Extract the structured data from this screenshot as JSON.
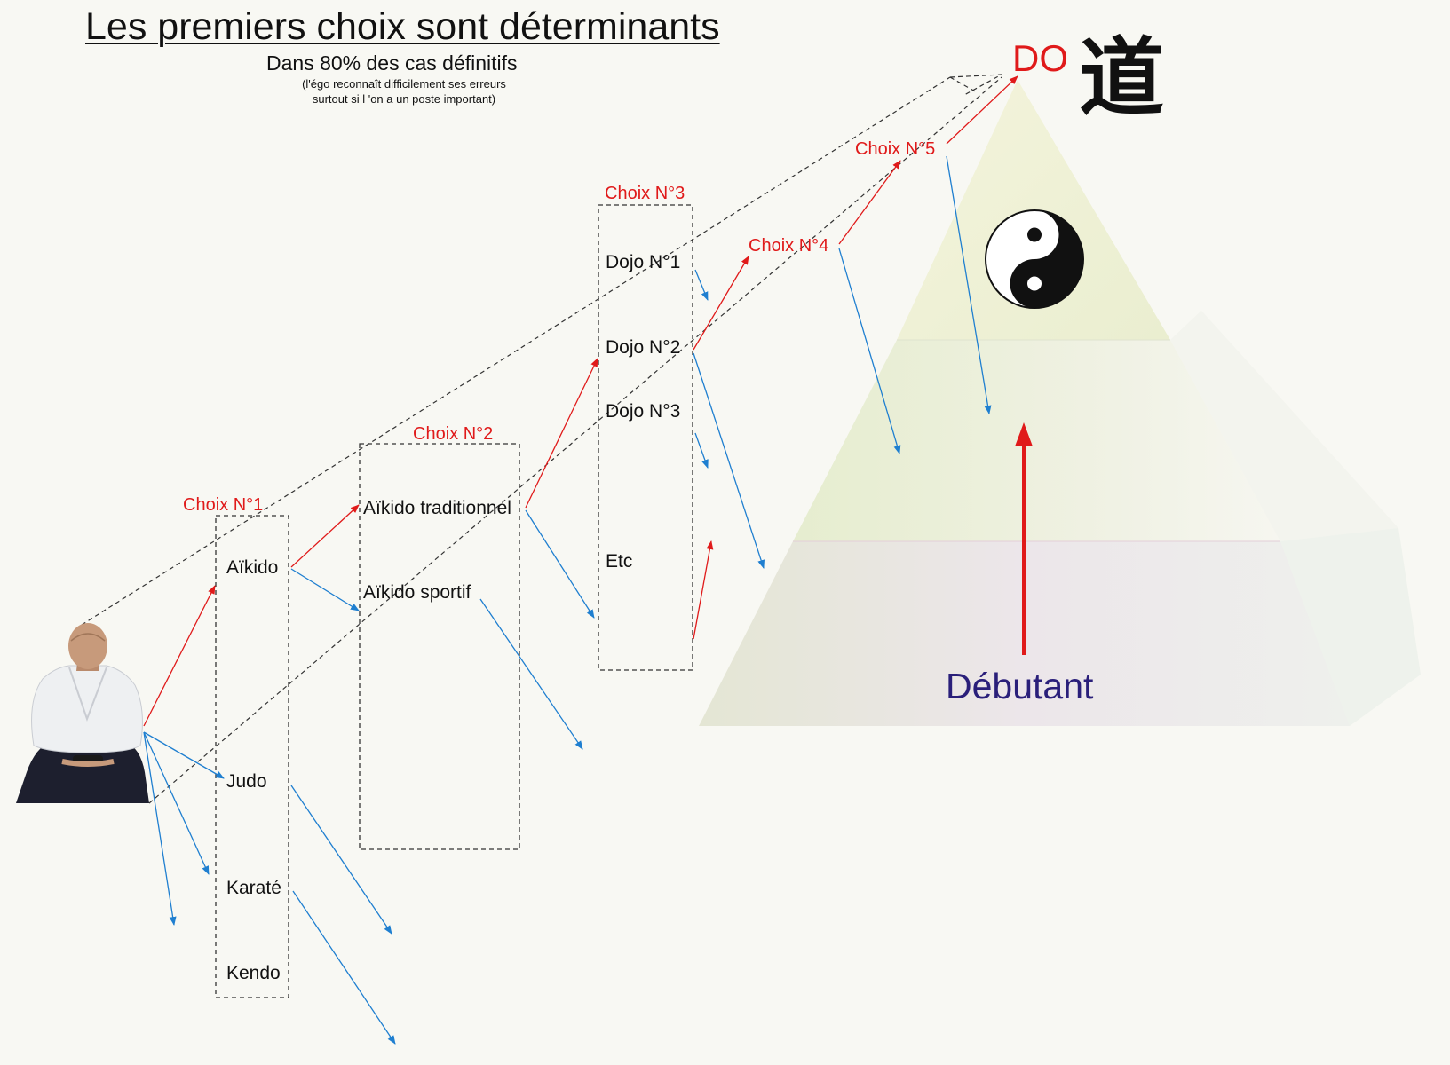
{
  "title": "Les premiers choix sont déterminants",
  "subtitle": "Dans 80% des cas définitifs",
  "note_line1": "(l'égo reconnaît difficilement ses erreurs",
  "note_line2": "surtout si l 'on a un poste important)",
  "choices": {
    "c1": {
      "label": "Choix N°1",
      "items": [
        "Aïkido",
        "Judo",
        "Karaté",
        "Kendo"
      ]
    },
    "c2": {
      "label": "Choix N°2",
      "items": [
        "Aïkido traditionnel",
        "Aïkido sportif"
      ]
    },
    "c3": {
      "label": "Choix N°3",
      "items": [
        "Dojo N°1",
        "Dojo N°2",
        "Dojo N°3",
        "Etc"
      ]
    },
    "c4": {
      "label": "Choix N°4"
    },
    "c5": {
      "label": "Choix N°5"
    }
  },
  "pyramid": {
    "apex_label": "DO",
    "kanji": "道",
    "base_label": "Débutant",
    "icon": "yin-yang-icon"
  },
  "colors": {
    "red_arrow": "#e01a1a",
    "blue_arrow": "#1f7fd0",
    "base_label": "#2a1f7a",
    "background": "#f8f8f3"
  }
}
